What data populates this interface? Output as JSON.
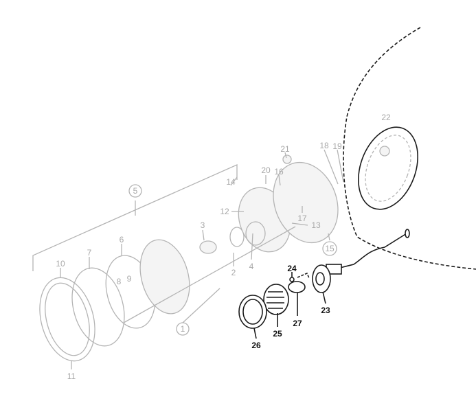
{
  "diagram": {
    "type": "exploded parts diagram",
    "parts": [
      {
        "number": "1",
        "circled": true
      },
      {
        "number": "2"
      },
      {
        "number": "3"
      },
      {
        "number": "4"
      },
      {
        "number": "5",
        "circled": true
      },
      {
        "number": "6"
      },
      {
        "number": "7"
      },
      {
        "number": "8"
      },
      {
        "number": "9"
      },
      {
        "number": "10"
      },
      {
        "number": "11"
      },
      {
        "number": "12"
      },
      {
        "number": "13"
      },
      {
        "number": "14"
      },
      {
        "number": "15",
        "circled": true
      },
      {
        "number": "16"
      },
      {
        "number": "17"
      },
      {
        "number": "18"
      },
      {
        "number": "19"
      },
      {
        "number": "20"
      },
      {
        "number": "21"
      },
      {
        "number": "22"
      },
      {
        "number": "23",
        "highlighted": true
      },
      {
        "number": "24",
        "highlighted": true
      },
      {
        "number": "25",
        "highlighted": true
      },
      {
        "number": "26",
        "highlighted": true
      },
      {
        "number": "27",
        "highlighted": true
      }
    ],
    "colors": {
      "faded": "#b4b4b4",
      "highlight": "#1a1a1a"
    }
  }
}
